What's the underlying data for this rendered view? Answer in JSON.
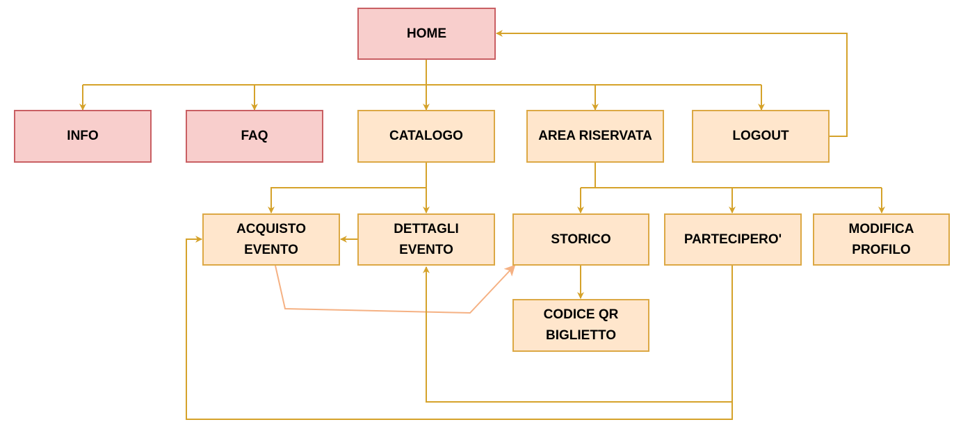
{
  "colors": {
    "pink_fill": "#f8cecc",
    "pink_border": "#c95f63",
    "orange_fill": "#ffe6cc",
    "orange_border": "#dca844",
    "edge": "#d5a22a",
    "edge_highlight": "#f5b183"
  },
  "nodes": {
    "home": "HOME",
    "info": "INFO",
    "faq": "FAQ",
    "catalogo": "CATALOGO",
    "area_riservata": "AREA RISERVATA",
    "logout": "LOGOUT",
    "acquisto_evento": "ACQUISTO\nEVENTO",
    "dettagli_evento": "DETTAGLI\nEVENTO",
    "storico": "STORICO",
    "parteciperò": "PARTECIPERO'",
    "modifica_profilo": "MODIFICA\nPROFILO",
    "codice_qr_biglietto": "CODICE QR\nBIGLIETTO"
  },
  "edges": [
    {
      "from": "home",
      "to": "info"
    },
    {
      "from": "home",
      "to": "faq"
    },
    {
      "from": "home",
      "to": "catalogo"
    },
    {
      "from": "home",
      "to": "area_riservata"
    },
    {
      "from": "home",
      "to": "logout"
    },
    {
      "from": "logout",
      "to": "home"
    },
    {
      "from": "catalogo",
      "to": "acquisto_evento"
    },
    {
      "from": "catalogo",
      "to": "dettagli_evento"
    },
    {
      "from": "dettagli_evento",
      "to": "acquisto_evento"
    },
    {
      "from": "area_riservata",
      "to": "storico"
    },
    {
      "from": "area_riservata",
      "to": "parteciperò"
    },
    {
      "from": "area_riservata",
      "to": "modifica_profilo"
    },
    {
      "from": "storico",
      "to": "codice_qr_biglietto"
    },
    {
      "from": "acquisto_evento",
      "to": "storico"
    },
    {
      "from": "parteciperò",
      "to": "dettagli_evento"
    },
    {
      "from": "parteciperò",
      "to": "acquisto_evento"
    }
  ]
}
